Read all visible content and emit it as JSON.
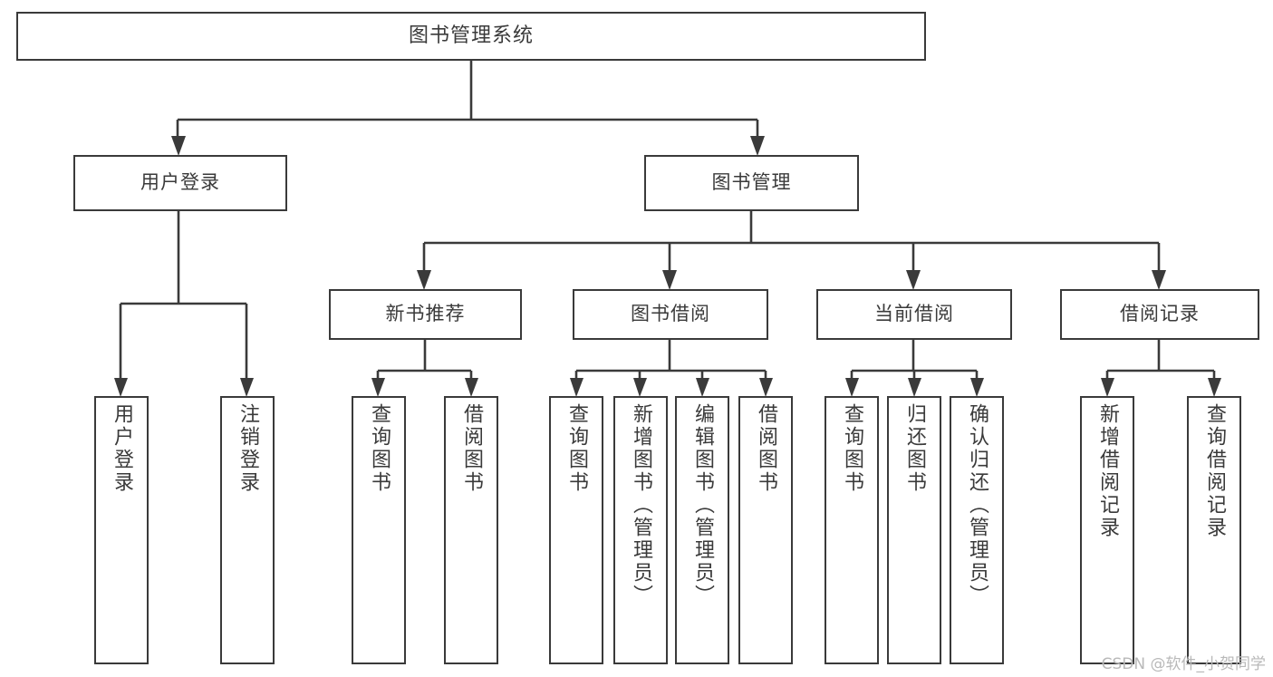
{
  "diagram": {
    "title": "图书管理系统",
    "type": "tree",
    "root": {
      "id": "root",
      "label": "图书管理系统"
    },
    "level2": [
      {
        "id": "user-login",
        "label": "用户登录"
      },
      {
        "id": "book-manage",
        "label": "图书管理"
      }
    ],
    "level3": [
      {
        "id": "new-book-recommend",
        "label": "新书推荐",
        "parent": "book-manage"
      },
      {
        "id": "book-borrow",
        "label": "图书借阅",
        "parent": "book-manage"
      },
      {
        "id": "current-borrow",
        "label": "当前借阅",
        "parent": "book-manage"
      },
      {
        "id": "borrow-record",
        "label": "借阅记录",
        "parent": "book-manage"
      }
    ],
    "leaves": {
      "user-login": [
        {
          "id": "leaf-user-login",
          "label": "用户登录"
        },
        {
          "id": "leaf-user-logout",
          "label": "注销登录"
        }
      ],
      "new-book-recommend": [
        {
          "id": "leaf-query-book-1",
          "label": "查询图书"
        },
        {
          "id": "leaf-borrow-book-1",
          "label": "借阅图书"
        }
      ],
      "book-borrow": [
        {
          "id": "leaf-query-book-2",
          "label": "查询图书"
        },
        {
          "id": "leaf-add-book",
          "label": "新增图书（管理员）"
        },
        {
          "id": "leaf-edit-book",
          "label": "编辑图书（管理员）"
        },
        {
          "id": "leaf-borrow-book-2",
          "label": "借阅图书"
        }
      ],
      "current-borrow": [
        {
          "id": "leaf-query-book-3",
          "label": "查询图书"
        },
        {
          "id": "leaf-return-book",
          "label": "归还图书"
        },
        {
          "id": "leaf-confirm-return",
          "label": "确认归还（管理员）"
        }
      ],
      "borrow-record": [
        {
          "id": "leaf-add-record",
          "label": "新增借阅记录"
        },
        {
          "id": "leaf-query-record",
          "label": "查询借阅记录"
        }
      ]
    }
  },
  "watermark": {
    "text": "CSDN @软件_小贺同学"
  },
  "colors": {
    "stroke": "#3a3a3a",
    "background": "#ffffff",
    "text": "#3a3a3a",
    "watermark": "#b9b9b9"
  }
}
